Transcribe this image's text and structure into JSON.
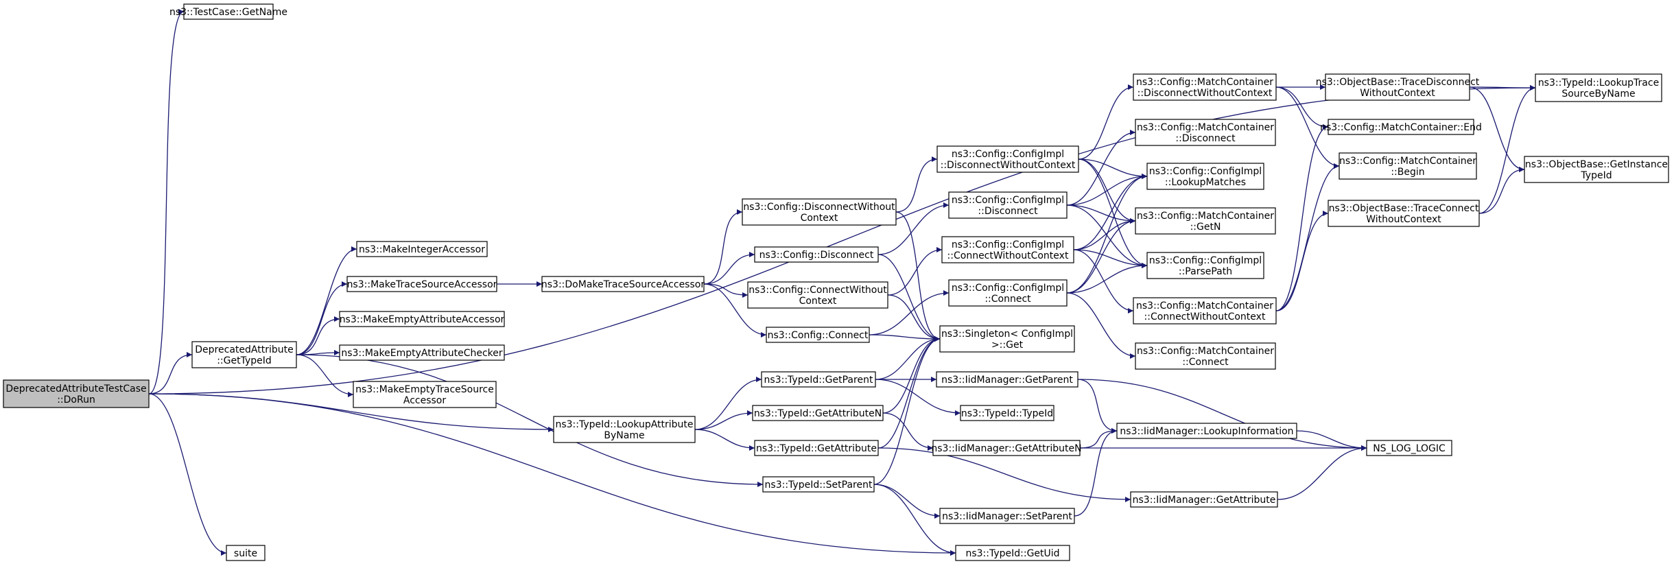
{
  "diagram": {
    "title": "",
    "edge_color": "#191970",
    "root_fill": "#bfbfbf",
    "nodes": [
      {
        "id": "root",
        "lines": [
          "DeprecatedAttributeTestCase",
          "::DoRun"
        ],
        "root": true
      },
      {
        "id": "getname",
        "lines": [
          "ns3::TestCase::GetName"
        ]
      },
      {
        "id": "suite",
        "lines": [
          "suite"
        ]
      },
      {
        "id": "dagettypeid",
        "lines": [
          "DeprecatedAttribute",
          "::GetTypeId"
        ]
      },
      {
        "id": "mkint",
        "lines": [
          "ns3::MakeIntegerAccessor"
        ]
      },
      {
        "id": "mktrace",
        "lines": [
          "ns3::MakeTraceSourceAccessor"
        ]
      },
      {
        "id": "mkemptyacc",
        "lines": [
          "ns3::MakeEmptyAttributeAccessor"
        ]
      },
      {
        "id": "mkemptychk",
        "lines": [
          "ns3::MakeEmptyAttributeChecker"
        ]
      },
      {
        "id": "mkemptytrace",
        "lines": [
          "ns3::MakeEmptyTraceSource",
          "Accessor"
        ]
      },
      {
        "id": "domake",
        "lines": [
          "ns3::DoMakeTraceSourceAccessor"
        ]
      },
      {
        "id": "lookupattr",
        "lines": [
          "ns3::TypeId::LookupAttribute",
          "ByName"
        ]
      },
      {
        "id": "cfgdiscnoctx",
        "lines": [
          "ns3::Config::DisconnectWithout",
          "Context"
        ]
      },
      {
        "id": "cfgdisc",
        "lines": [
          "ns3::Config::Disconnect"
        ]
      },
      {
        "id": "cfgconnnoctx",
        "lines": [
          "ns3::Config::ConnectWithout",
          "Context"
        ]
      },
      {
        "id": "cfgconn",
        "lines": [
          "ns3::Config::Connect"
        ]
      },
      {
        "id": "tgetparent",
        "lines": [
          "ns3::TypeId::GetParent"
        ]
      },
      {
        "id": "tgetattrn",
        "lines": [
          "ns3::TypeId::GetAttributeN"
        ]
      },
      {
        "id": "tgetattr",
        "lines": [
          "ns3::TypeId::GetAttribute"
        ]
      },
      {
        "id": "tsetparent",
        "lines": [
          "ns3::TypeId::SetParent"
        ]
      },
      {
        "id": "implDiscNoCtx",
        "lines": [
          "ns3::Config::ConfigImpl",
          "::DisconnectWithoutContext"
        ]
      },
      {
        "id": "implDisc",
        "lines": [
          "ns3::Config::ConfigImpl",
          "::Disconnect"
        ]
      },
      {
        "id": "implConnNoCtx",
        "lines": [
          "ns3::Config::ConfigImpl",
          "::ConnectWithoutContext"
        ]
      },
      {
        "id": "implConn",
        "lines": [
          "ns3::Config::ConfigImpl",
          "::Connect"
        ]
      },
      {
        "id": "singleton",
        "lines": [
          "ns3::Singleton< ConfigImpl",
          " >::Get"
        ]
      },
      {
        "id": "iidgetparent",
        "lines": [
          "ns3::IidManager::GetParent"
        ]
      },
      {
        "id": "typeid",
        "lines": [
          "ns3::TypeId::TypeId"
        ]
      },
      {
        "id": "iidgetattrn",
        "lines": [
          "ns3::IidManager::GetAttributeN"
        ]
      },
      {
        "id": "iidsetparent",
        "lines": [
          "ns3::IidManager::SetParent"
        ]
      },
      {
        "id": "getuid",
        "lines": [
          "ns3::TypeId::GetUid"
        ]
      },
      {
        "id": "mcDiscNoCtx",
        "lines": [
          "ns3::Config::MatchContainer",
          "::DisconnectWithoutContext"
        ]
      },
      {
        "id": "mcDisc",
        "lines": [
          "ns3::Config::MatchContainer",
          "::Disconnect"
        ]
      },
      {
        "id": "lookupmatches",
        "lines": [
          "ns3::Config::ConfigImpl",
          "::LookupMatches"
        ]
      },
      {
        "id": "mcgetn",
        "lines": [
          "ns3::Config::MatchContainer",
          "::GetN"
        ]
      },
      {
        "id": "parsepath",
        "lines": [
          "ns3::Config::ConfigImpl",
          "::ParsePath"
        ]
      },
      {
        "id": "mcConnNoCtx",
        "lines": [
          "ns3::Config::MatchContainer",
          "::ConnectWithoutContext"
        ]
      },
      {
        "id": "mcConn",
        "lines": [
          "ns3::Config::MatchContainer",
          "::Connect"
        ]
      },
      {
        "id": "iidlookupinfo",
        "lines": [
          "ns3::IidManager::LookupInformation"
        ]
      },
      {
        "id": "iidgetattr",
        "lines": [
          "ns3::IidManager::GetAttribute"
        ]
      },
      {
        "id": "obTraceDisc",
        "lines": [
          "ns3::ObjectBase::TraceDisconnect",
          "WithoutContext"
        ]
      },
      {
        "id": "mcEnd",
        "lines": [
          "ns3::Config::MatchContainer::End"
        ]
      },
      {
        "id": "mcBegin",
        "lines": [
          "ns3::Config::MatchContainer",
          "::Begin"
        ]
      },
      {
        "id": "obTraceConn",
        "lines": [
          "ns3::ObjectBase::TraceConnect",
          "WithoutContext"
        ]
      },
      {
        "id": "lookuptrace",
        "lines": [
          "ns3::TypeId::LookupTrace",
          "SourceByName"
        ]
      },
      {
        "id": "getinstancetid",
        "lines": [
          "ns3::ObjectBase::GetInstance",
          "TypeId"
        ]
      },
      {
        "id": "nslog",
        "lines": [
          "NS_LOG_LOGIC"
        ]
      }
    ]
  }
}
